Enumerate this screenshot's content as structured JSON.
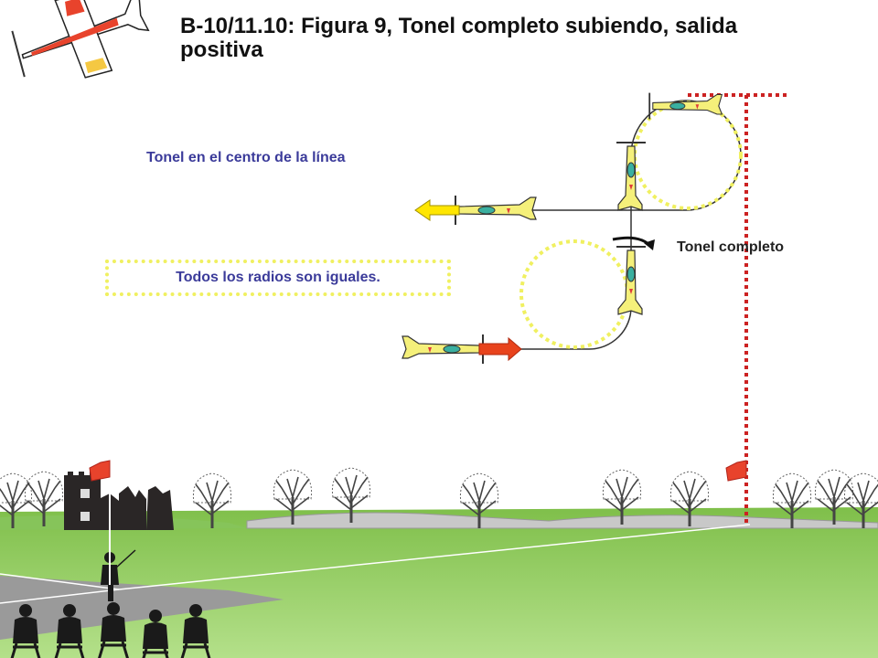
{
  "header": {
    "title_line1": "B-10/11.10: Figura 9, Tonel completo subiendo, salida",
    "title_line2": "positiva"
  },
  "labels": {
    "center": "Tonel en el centro de la línea",
    "radios": "Todos los radios son iguales.",
    "tonel": "Tonel completo"
  },
  "icons": {
    "logo": "aerobatic-plane-icon",
    "entry_arrow": "red-arrow-right-icon",
    "exit_arrow": "yellow-arrow-left-icon",
    "roll": "curved-roll-arrow-icon",
    "judge_flag": "red-flag-icon",
    "center_flag": "red-flag-icon"
  },
  "colors": {
    "sky": "#ffffff",
    "grass": "#9fd27a",
    "dotted_circle": "#f0f060",
    "centerline": "#cc2222",
    "entry_arrow": "#e8431c",
    "exit_arrow": "#ffe600",
    "plane": "#f5f07a",
    "label_text": "#3b3b9a"
  }
}
